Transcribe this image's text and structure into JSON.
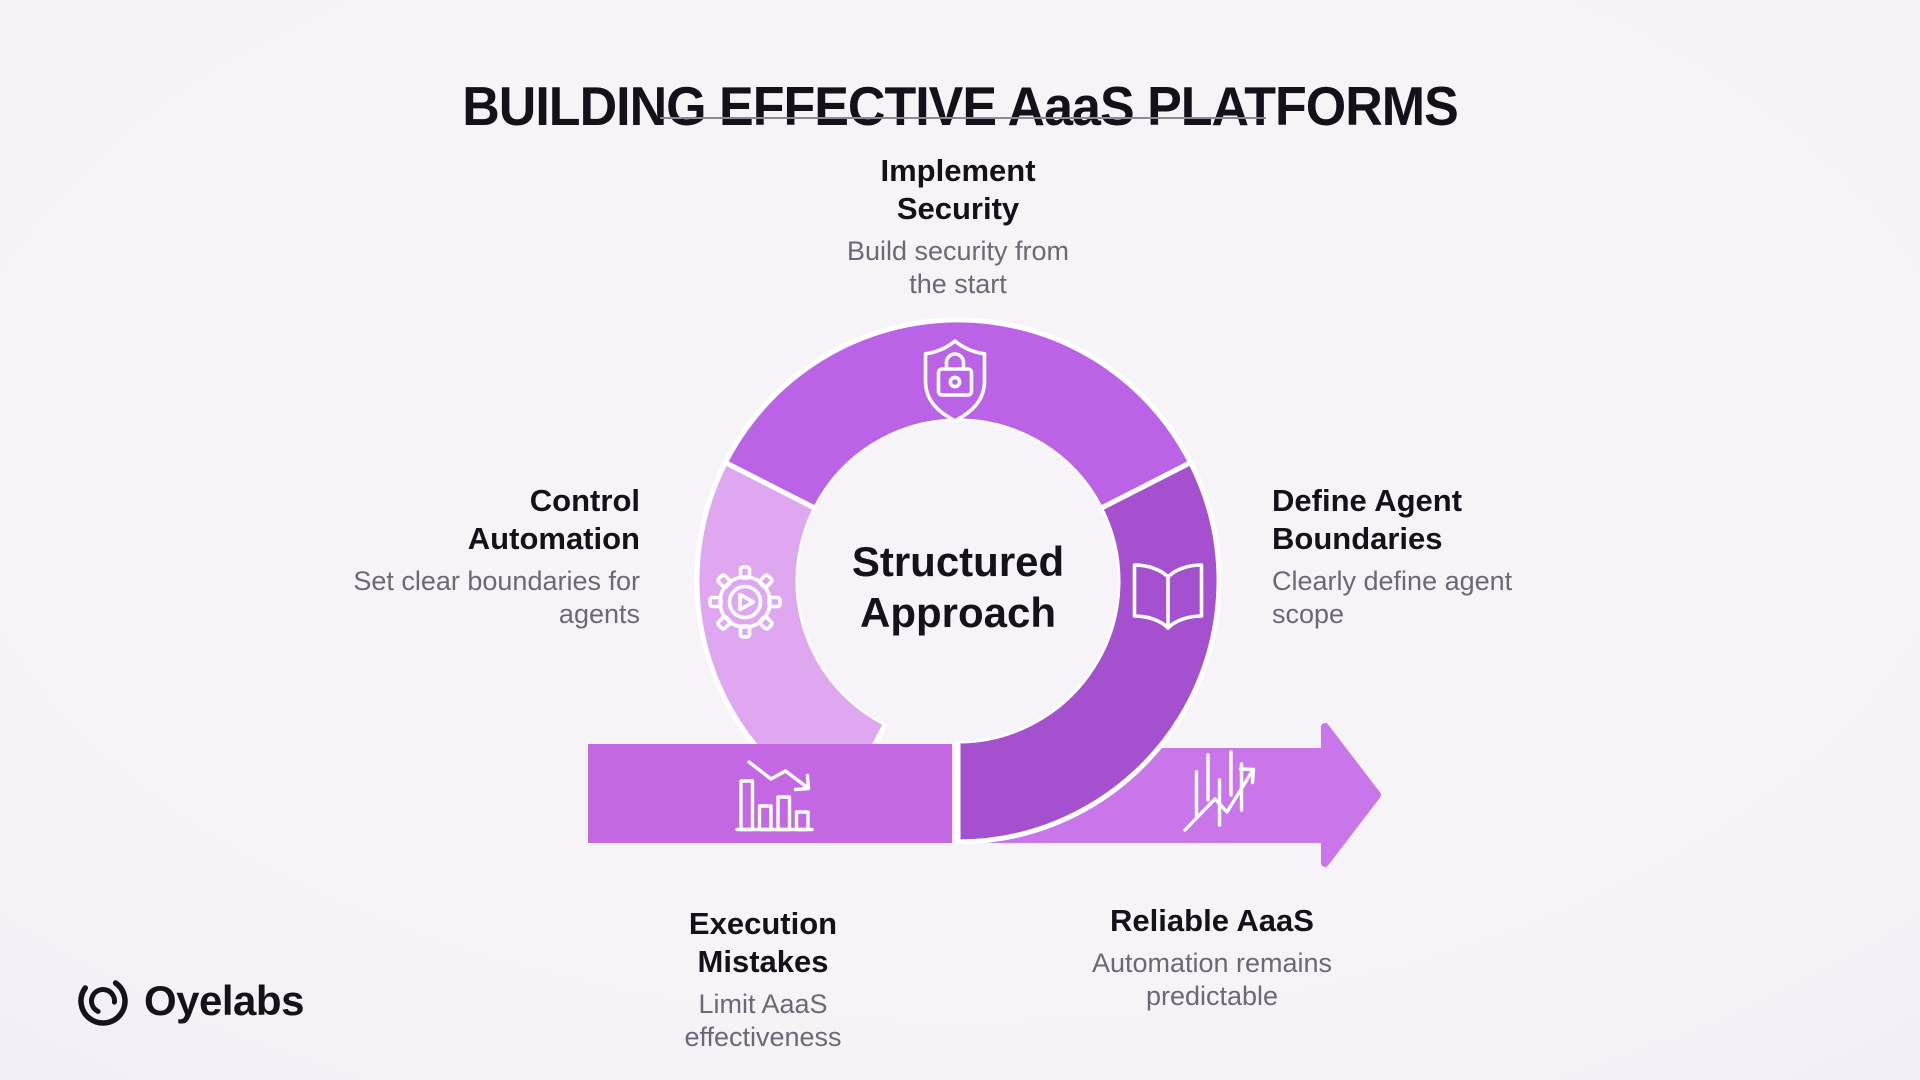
{
  "title": "BUILDING EFFECTIVE AaaS PLATFORMS",
  "center": {
    "label": "Structured\nApproach"
  },
  "steps": [
    {
      "id": "implement-security",
      "title": "Implement\nSecurity",
      "desc": "Build security from\nthe start",
      "icon": "shield-lock-icon"
    },
    {
      "id": "define-agent-boundaries",
      "title": "Define Agent\nBoundaries",
      "desc": "Clearly define agent\nscope",
      "icon": "open-book-icon"
    },
    {
      "id": "reliable-aaas",
      "title": "Reliable AaaS",
      "desc": "Automation remains\npredictable",
      "icon": "trend-up-icon"
    },
    {
      "id": "execution-mistakes",
      "title": "Execution\nMistakes",
      "desc": "Limit AaaS\neffectiveness",
      "icon": "bar-chart-down-icon"
    },
    {
      "id": "control-automation",
      "title": "Control\nAutomation",
      "desc": "Set clear boundaries for\nagents",
      "icon": "gear-play-icon"
    }
  ],
  "brand": {
    "name": "Oyelabs"
  },
  "colors": {
    "arc_top": "#bb63e6",
    "arc_left": "#e0a7f1",
    "arc_right": "#a551cf",
    "bar_left": "#c368e2",
    "arrow_right": "#ca76eb",
    "inner_circle": "#f6f4f8",
    "seam": "#ffffff",
    "icon_stroke": "#ffffff",
    "logo_ink": "#15121a"
  }
}
